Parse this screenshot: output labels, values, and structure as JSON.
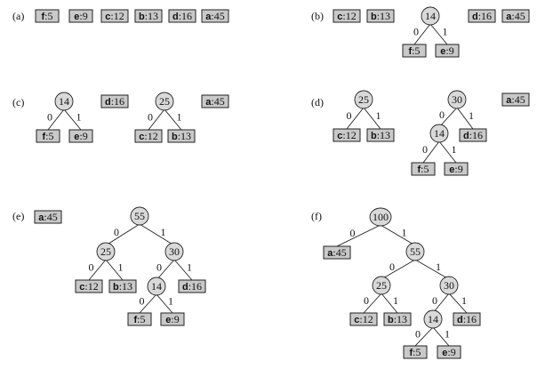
{
  "panels": [
    {
      "label": "(a)",
      "nodes": [
        {
          "id": "f",
          "letter": "f",
          "freq": "5"
        },
        {
          "id": "e",
          "letter": "e",
          "freq": "9"
        },
        {
          "id": "c",
          "letter": "c",
          "freq": "12"
        },
        {
          "id": "b",
          "letter": "b",
          "freq": "13"
        },
        {
          "id": "d",
          "letter": "d",
          "freq": "16"
        },
        {
          "id": "a",
          "letter": "a",
          "freq": "45"
        }
      ]
    },
    {
      "label": "(b)",
      "nodes": [
        {
          "id": "c",
          "letter": "c",
          "freq": "12"
        },
        {
          "id": "b",
          "letter": "b",
          "freq": "13"
        },
        {
          "id": "n14",
          "value": "14"
        },
        {
          "id": "f",
          "letter": "f",
          "freq": "5",
          "parent": "n14",
          "edge": "0"
        },
        {
          "id": "e",
          "letter": "e",
          "freq": "9",
          "parent": "n14",
          "edge": "1"
        },
        {
          "id": "d",
          "letter": "d",
          "freq": "16"
        },
        {
          "id": "a",
          "letter": "a",
          "freq": "45"
        }
      ]
    },
    {
      "label": "(c)",
      "nodes": [
        {
          "id": "n14",
          "value": "14"
        },
        {
          "id": "f",
          "letter": "f",
          "freq": "5",
          "parent": "n14",
          "edge": "0"
        },
        {
          "id": "e",
          "letter": "e",
          "freq": "9",
          "parent": "n14",
          "edge": "1"
        },
        {
          "id": "d",
          "letter": "d",
          "freq": "16"
        },
        {
          "id": "n25",
          "value": "25"
        },
        {
          "id": "c",
          "letter": "c",
          "freq": "12",
          "parent": "n25",
          "edge": "0"
        },
        {
          "id": "b",
          "letter": "b",
          "freq": "13",
          "parent": "n25",
          "edge": "1"
        },
        {
          "id": "a",
          "letter": "a",
          "freq": "45"
        }
      ]
    },
    {
      "label": "(d)",
      "nodes": [
        {
          "id": "n25",
          "value": "25"
        },
        {
          "id": "c",
          "letter": "c",
          "freq": "12",
          "parent": "n25",
          "edge": "0"
        },
        {
          "id": "b",
          "letter": "b",
          "freq": "13",
          "parent": "n25",
          "edge": "1"
        },
        {
          "id": "n30",
          "value": "30"
        },
        {
          "id": "n14",
          "value": "14",
          "parent": "n30",
          "edge": "0"
        },
        {
          "id": "d",
          "letter": "d",
          "freq": "16",
          "parent": "n30",
          "edge": "1"
        },
        {
          "id": "f",
          "letter": "f",
          "freq": "5",
          "parent": "n14",
          "edge": "0"
        },
        {
          "id": "e",
          "letter": "e",
          "freq": "9",
          "parent": "n14",
          "edge": "1"
        },
        {
          "id": "a",
          "letter": "a",
          "freq": "45"
        }
      ]
    },
    {
      "label": "(e)",
      "nodes": [
        {
          "id": "a",
          "letter": "a",
          "freq": "45"
        },
        {
          "id": "n55",
          "value": "55"
        },
        {
          "id": "n25",
          "value": "25",
          "parent": "n55",
          "edge": "0"
        },
        {
          "id": "n30",
          "value": "30",
          "parent": "n55",
          "edge": "1"
        },
        {
          "id": "c",
          "letter": "c",
          "freq": "12",
          "parent": "n25",
          "edge": "0"
        },
        {
          "id": "b",
          "letter": "b",
          "freq": "13",
          "parent": "n25",
          "edge": "1"
        },
        {
          "id": "n14",
          "value": "14",
          "parent": "n30",
          "edge": "0"
        },
        {
          "id": "d",
          "letter": "d",
          "freq": "16",
          "parent": "n30",
          "edge": "1"
        },
        {
          "id": "f",
          "letter": "f",
          "freq": "5",
          "parent": "n14",
          "edge": "0"
        },
        {
          "id": "e",
          "letter": "e",
          "freq": "9",
          "parent": "n14",
          "edge": "1"
        }
      ]
    },
    {
      "label": "(f)",
      "nodes": [
        {
          "id": "n100",
          "value": "100"
        },
        {
          "id": "a",
          "letter": "a",
          "freq": "45",
          "parent": "n100",
          "edge": "0"
        },
        {
          "id": "n55",
          "value": "55",
          "parent": "n100",
          "edge": "1"
        },
        {
          "id": "n25",
          "value": "25",
          "parent": "n55",
          "edge": "0"
        },
        {
          "id": "n30",
          "value": "30",
          "parent": "n55",
          "edge": "1"
        },
        {
          "id": "c",
          "letter": "c",
          "freq": "12",
          "parent": "n25",
          "edge": "0"
        },
        {
          "id": "b",
          "letter": "b",
          "freq": "13",
          "parent": "n25",
          "edge": "1"
        },
        {
          "id": "n14",
          "value": "14",
          "parent": "n30",
          "edge": "0"
        },
        {
          "id": "d",
          "letter": "d",
          "freq": "16",
          "parent": "n30",
          "edge": "1"
        },
        {
          "id": "f",
          "letter": "f",
          "freq": "5",
          "parent": "n14",
          "edge": "0"
        },
        {
          "id": "e",
          "letter": "e",
          "freq": "9",
          "parent": "n14",
          "edge": "1"
        }
      ]
    }
  ],
  "colors": {
    "node_fill": "#d9d9d9",
    "leaf_fill": "#c9c9c9",
    "stroke": "#222222"
  }
}
